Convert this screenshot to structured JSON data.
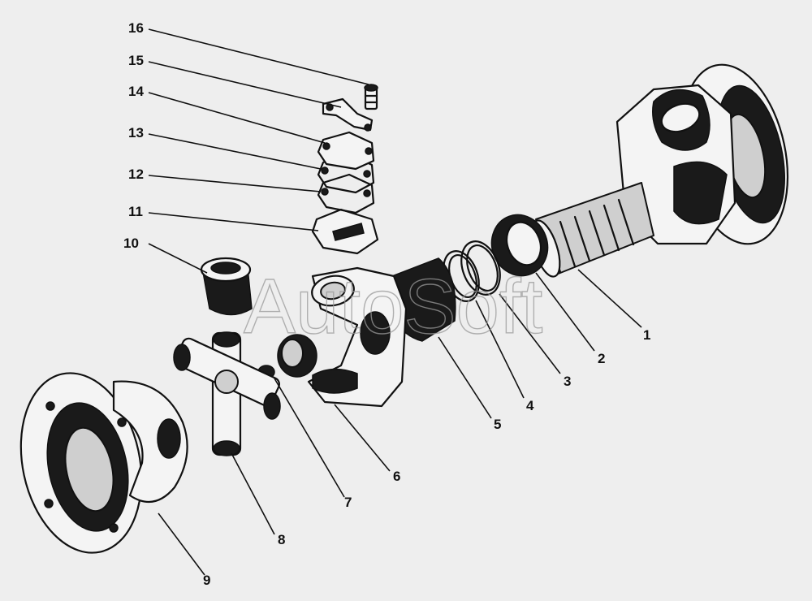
{
  "diagram": {
    "watermark": "AutoSoft",
    "callouts": [
      {
        "id": "1",
        "label": "1"
      },
      {
        "id": "2",
        "label": "2"
      },
      {
        "id": "3",
        "label": "3"
      },
      {
        "id": "4",
        "label": "4"
      },
      {
        "id": "5",
        "label": "5"
      },
      {
        "id": "6",
        "label": "6"
      },
      {
        "id": "7",
        "label": "7"
      },
      {
        "id": "8",
        "label": "8"
      },
      {
        "id": "9",
        "label": "9"
      },
      {
        "id": "10",
        "label": "10"
      },
      {
        "id": "11",
        "label": "11"
      },
      {
        "id": "12",
        "label": "12"
      },
      {
        "id": "13",
        "label": "13"
      },
      {
        "id": "14",
        "label": "14"
      },
      {
        "id": "15",
        "label": "15"
      },
      {
        "id": "16",
        "label": "16"
      }
    ]
  }
}
